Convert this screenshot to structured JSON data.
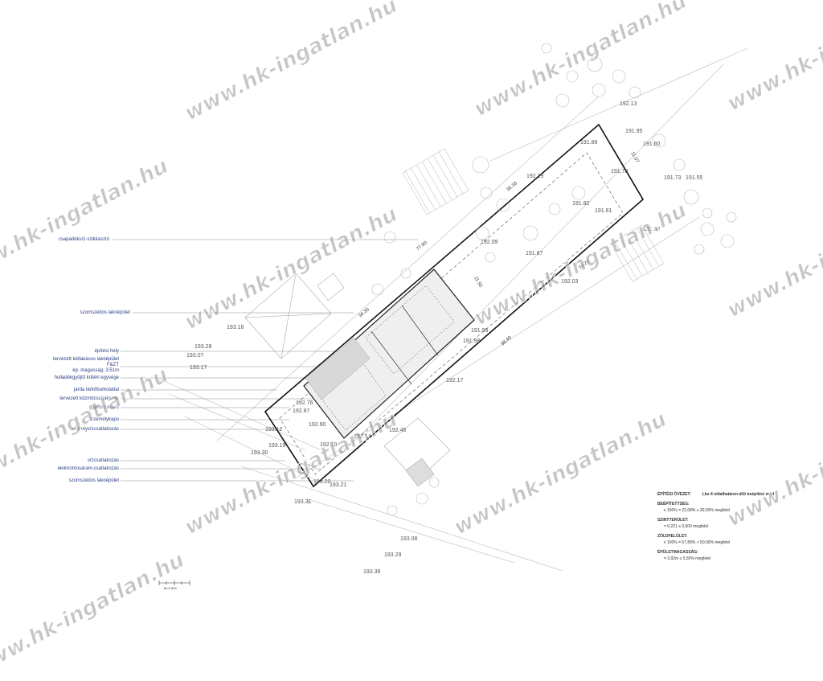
{
  "watermark": "www.hk-ingatlan.hu",
  "left_labels": [
    "csapadékvíz-szikkasztó",
    "szomszédos lakóépület",
    "építési hely",
    "tervezett kétlakásos lakóépület",
    "F&ZT",
    "ép. magasság: 3,51m",
    "hulladékgyűjtő kültéri egysége",
    "járda térkőburkolattal",
    "tervezett közműcsatlakozás",
    "gépkocsikapu",
    "személykapu",
    "szennyvízcsatlakozás",
    "vízcsatlakozás",
    "elektromosáram-csatlakozás",
    "szomszédos lakóépület"
  ],
  "elevations": {
    "e192_13": "192.13",
    "e191_95": "191.95",
    "e191_86": "191.86",
    "e191_60": "191.60",
    "e191_78": "191.78",
    "e191_73": "191.73",
    "e191_55": "191.55",
    "e192_19": "192.19",
    "e191_82a": "191.82",
    "e191_81": "191.81",
    "e191_82b": "191.82",
    "e192_09": "192.09",
    "e191_87": "191.87",
    "e192_03": "192.03",
    "e191_96": "191.96",
    "e191_98": "191.98",
    "e192_17": "192.17",
    "e193_16": "193.16",
    "e193_28": "193.28",
    "e193_07": "193.07",
    "e193_17": "193.17",
    "e193_12": "193.12",
    "e193_19": "193.19",
    "e193_30": "193.30",
    "e192_90": "192.90",
    "e192_70": "192.70",
    "e192_46": "192.46",
    "e192_54": "192.54",
    "e193_20": "193.20",
    "e193_21": "193.21",
    "e193_3x": "193.3£",
    "e193_08": "193.08",
    "e193_29": "193.29",
    "e193_39": "193.39",
    "e192_76": "192.76",
    "e192_87": "192.87"
  },
  "dims": {
    "d7790": "77.90",
    "d3618": "36.18",
    "d3620": "36.20",
    "d1107": "11.07",
    "d1150": "11.50",
    "d3430": "34.30",
    "d3849": "38.49"
  },
  "table": {
    "zone_label": "ÉPÍTÉSI ÖVEZET:",
    "zone_value": "Lke-4 oldalhatáron álló beépítési mód",
    "beepitettseg_h": "BEÉPÍTETTSÉG:",
    "beepitettseg_v": "x 100% = 22,08% ≤ 30,00% megfelel",
    "szintterulet_h": "SZINTTERÜLET:",
    "szintterulet_v": "= 0,221 ≤ 0,600 megfelel",
    "zoldfelulet_h": "ZÖLDFELÜLET:",
    "zoldfelulet_v": "x 100% = 67,89% > 50,00% megfelel",
    "epuletmag_h": "ÉPÜLETMAGASSÁG:",
    "epuletmag_v": "= 3,92m ≤ 5,50% megfelel"
  },
  "scale_note": "M=1:500"
}
